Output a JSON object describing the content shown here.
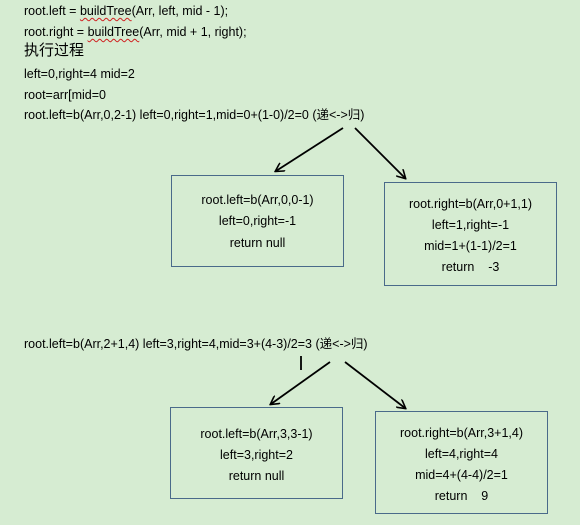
{
  "code_lines": {
    "left_call": {
      "target": "root.left = ",
      "func": "buildTree",
      "args": "(Arr, left, mid - 1);"
    },
    "right_call": {
      "target": "root.right = ",
      "func": "buildTree",
      "args": "(Arr, mid + 1, right);"
    }
  },
  "heading": "执行过程",
  "steps": [
    "left=0,right=4 mid=2",
    "root=arr[mid=0",
    "root.left=b(Arr,0,2-1) left=0,right=1,mid=0+(1-0)/2=0 (递<->归)"
  ],
  "tree1": {
    "left_box": [
      "root.left=b(Arr,0,0-1)",
      "left=0,right=-1",
      "return null"
    ],
    "right_box": [
      "root.right=b(Arr,0+1,1)",
      "left=1,right=-1",
      "mid=1+(1-1)/2=1",
      "return    -3"
    ]
  },
  "step2": "root.left=b(Arr,2+1,4) left=3,right=4,mid=3+(4-3)/2=3 (递<->归)",
  "tree2": {
    "left_box": [
      "root.left=b(Arr,3,3-1)",
      "left=3,right=2",
      "return null"
    ],
    "right_box": [
      "root.right=b(Arr,3+1,4)",
      "left=4,right=4",
      "mid=4+(4-4)/2=1",
      "return    9"
    ]
  },
  "colors": {
    "background": "#d6ecd2",
    "box_border": "#4a6a8a",
    "squiggle": "#d02020"
  }
}
